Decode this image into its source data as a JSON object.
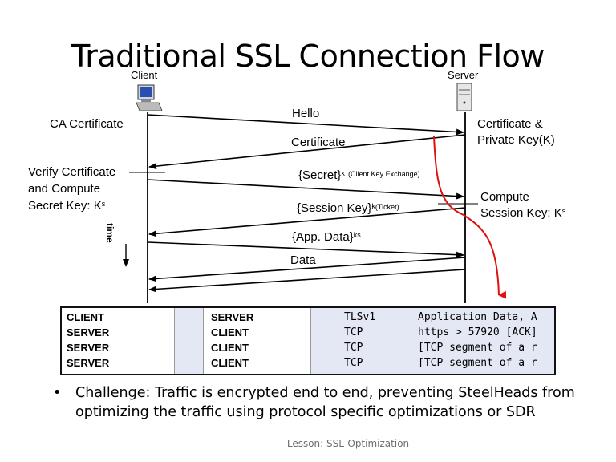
{
  "title": "Traditional SSL Connection Flow",
  "client_label": "Client",
  "server_label": "Server",
  "left_labels": {
    "ca_certificate": "CA Certificate",
    "verify_line1": "Verify Certificate",
    "verify_line2": "and Compute",
    "verify_line3": "Secret Key: K",
    "verify_sup": "s"
  },
  "right_labels": {
    "cert_line1": "Certificate &",
    "cert_line2": "Private Key(K)",
    "compute_line1": "Compute",
    "compute_line2": "Session Key: K",
    "compute_sup": "s"
  },
  "messages": {
    "hello": "Hello",
    "certificate": "Certificate",
    "secret": "{Secret}",
    "secret_sup": "k",
    "secret_note": "(Client Key Exchange)",
    "session_key": "{Session Key}",
    "session_sup": "k",
    "session_note": "(Ticket)",
    "app_data": "{App. Data}",
    "app_sup": "ks",
    "data": "Data"
  },
  "time_label": "time",
  "capture_table": {
    "rows": [
      {
        "src": "CLIENT",
        "dst": "SERVER",
        "proto": "TLSv1",
        "info": "Application Data, A"
      },
      {
        "src": "SERVER",
        "dst": "CLIENT",
        "proto": "TCP",
        "info": "https > 57920 [ACK]"
      },
      {
        "src": "SERVER",
        "dst": "CLIENT",
        "proto": "TCP",
        "info": "[TCP segment of a r"
      },
      {
        "src": "SERVER",
        "dst": "CLIENT",
        "proto": "TCP",
        "info": "[TCP segment of a r"
      }
    ]
  },
  "bullet": {
    "line1": "Challenge: Traffic is encrypted end to end, preventing SteelHeads from",
    "line2": "optimizing the traffic using protocol specific optimizations or SDR"
  },
  "footer": "Lesson: SSL-Optimization",
  "colors": {
    "arrow": "#000000",
    "highlight": "#e01010"
  }
}
